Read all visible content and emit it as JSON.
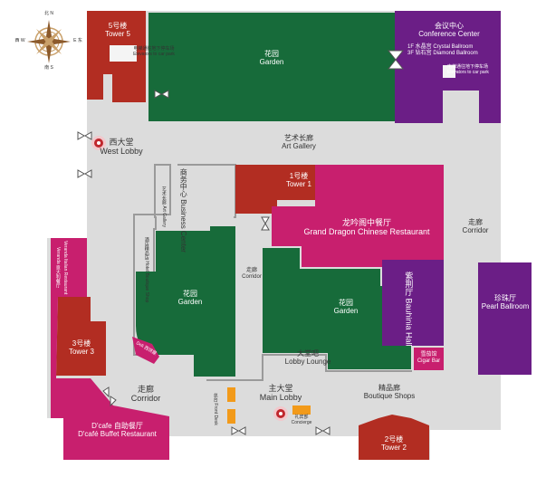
{
  "compass": {
    "north": "北 N",
    "south": "南 S",
    "east": "E 东",
    "west": "西 W"
  },
  "rooms": {
    "tower5": {
      "zh": "5号楼",
      "en": "Tower 5"
    },
    "tower1": {
      "zh": "1号楼",
      "en": "Tower 1"
    },
    "tower2": {
      "zh": "2号楼",
      "en": "Tower 2"
    },
    "tower3": {
      "zh": "3号楼",
      "en": "Tower 3"
    },
    "garden_top": {
      "zh": "花园",
      "en": "Garden"
    },
    "garden_left": {
      "zh": "花园",
      "en": "Garden"
    },
    "garden_right": {
      "zh": "花园",
      "en": "Garden"
    },
    "conference": {
      "zh": "会议中心",
      "en": "Conference Center",
      "line1": "1F 水晶宫 Crystal Ballroom",
      "line2": "3F 钻石宫 Diamond Ballroom"
    },
    "grand_dragon": {
      "zh": "龙吟阁中餐厅",
      "en": "Grand Dragon Chinese Restaurant"
    },
    "bauhinia": {
      "zh": "紫荆厅",
      "en": "Bauhinia Hall"
    },
    "pearl": {
      "zh": "珍珠厅",
      "en": "Pearl Ballroom"
    },
    "cigar": {
      "zh": "雪茄馆",
      "en": "Cigar Bar"
    },
    "dcafe": {
      "zh": "D'cafe 自助餐厅",
      "en": "D'café Buffet Restaurant"
    },
    "veranda": {
      "line1": "Veranda 意大利餐厅",
      "line2": "Veranda Italian Restaurant"
    },
    "deli": {
      "text": "Deli 西饼屋"
    }
  },
  "areas": {
    "west_lobby": {
      "zh": "西大堂",
      "en": "West Lobby"
    },
    "main_lobby": {
      "zh": "主大堂",
      "en": "Main Lobby"
    },
    "art_gallery": {
      "zh": "艺术长廊",
      "en": "Art Gallery"
    },
    "business_center": {
      "zh": "商务中心",
      "en": "Business Center"
    },
    "art_gallery_small": {
      "zh": "艺术长廊",
      "en": "Art Gallery"
    },
    "massage": {
      "zh": "酒店精品店",
      "en": "Hotel Boutique Shop"
    },
    "corridor_left": {
      "zh": "走廊",
      "en": "Corridor"
    },
    "corridor_mid": {
      "zh": "走廊",
      "en": "Corridor"
    },
    "corridor_right": {
      "zh": "走廊",
      "en": "Corridor"
    },
    "lobby_lounge": {
      "zh": "大堂吧",
      "en": "Lobby Lounge"
    },
    "boutique": {
      "zh": "精品廊",
      "en": "Boutique Shops"
    },
    "front_desk": {
      "zh": "总台",
      "en": "Front Desk"
    },
    "concierge": {
      "zh": "礼宾部",
      "en": "Concierge"
    },
    "elevator_left": {
      "zh": "电梯通往地下停车场",
      "en": "Elevators to car park"
    },
    "elevator_right": {
      "zh": "电梯通往地下停车场",
      "en": "Elevators to car park"
    }
  },
  "colors": {
    "tower": "#b22d22",
    "garden": "#176b3a",
    "conference": "#6b1e86",
    "restaurant": "#c81f6e",
    "corridor": "#dcdcdc",
    "desk": "#f29a1a"
  }
}
